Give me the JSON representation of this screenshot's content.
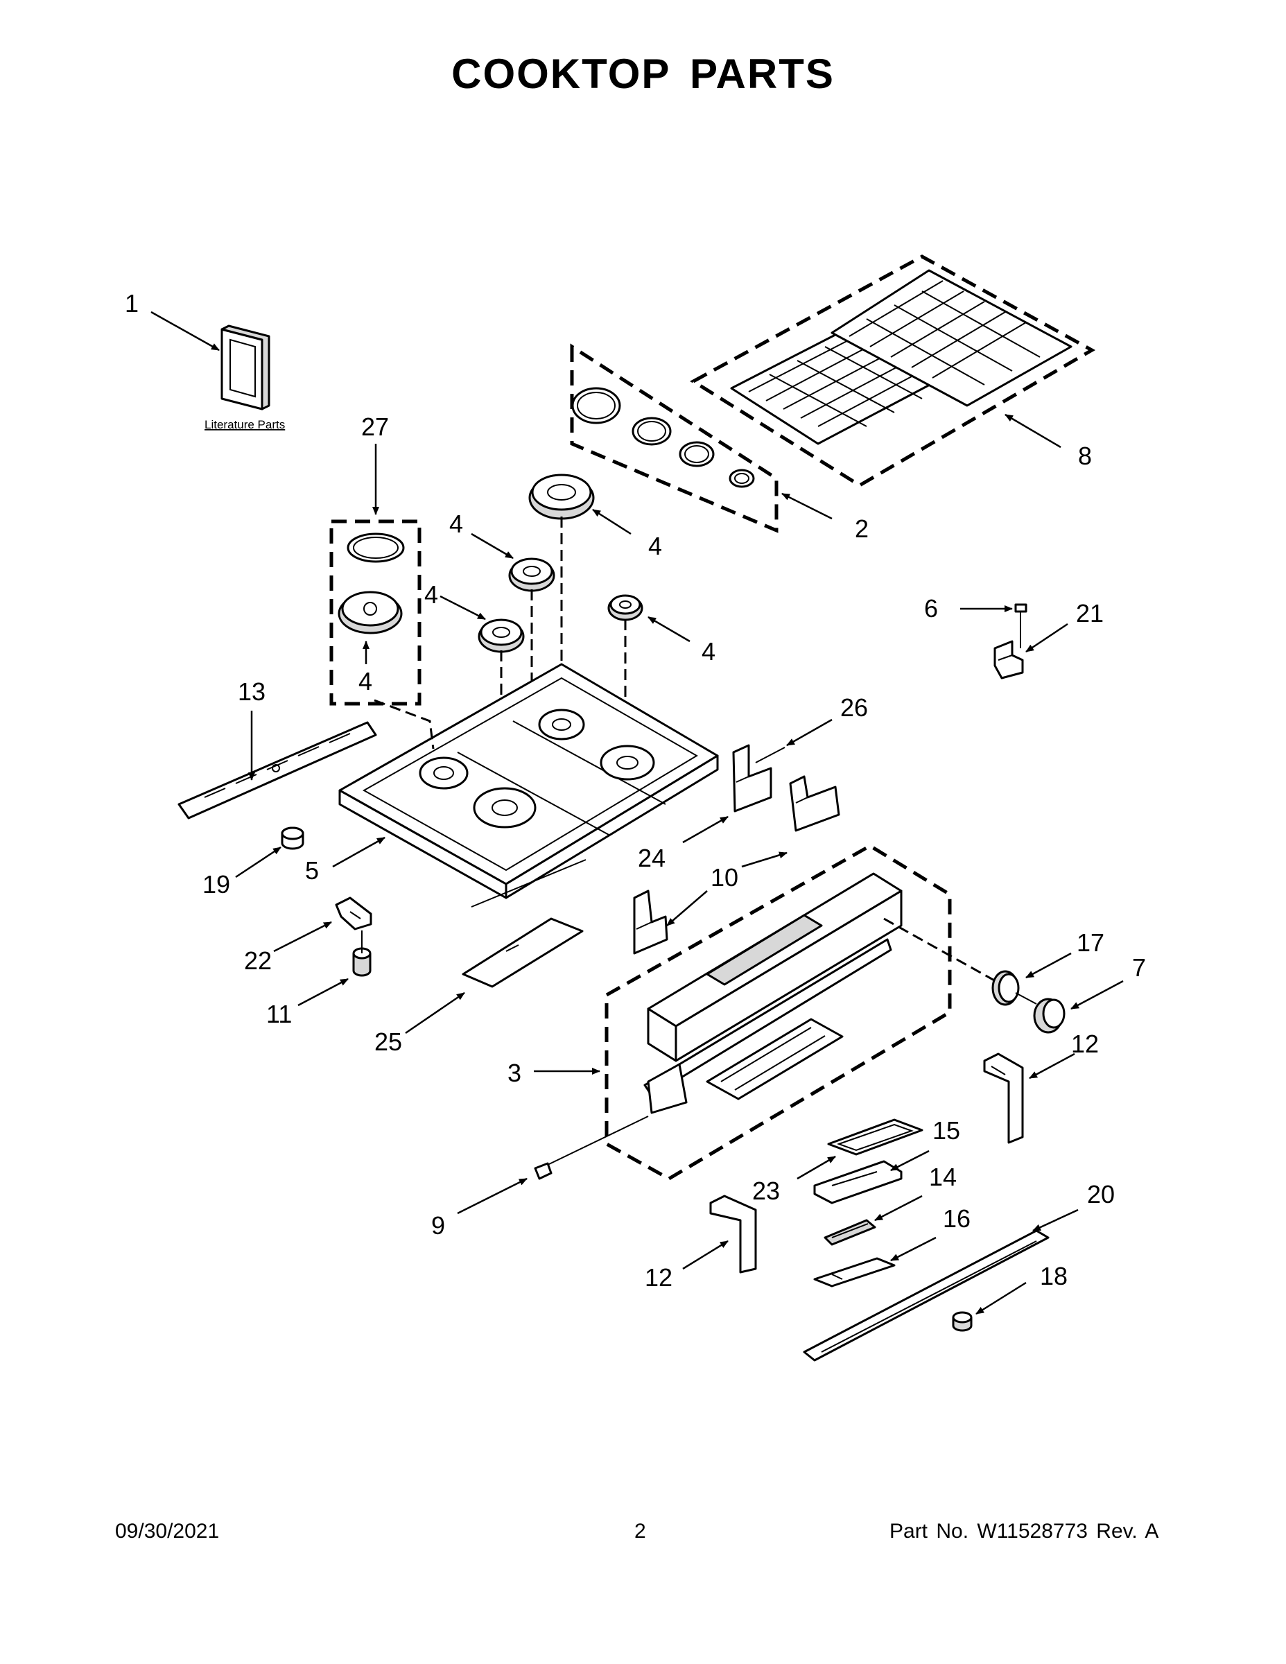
{
  "title": "COOKTOP PARTS",
  "footer": {
    "date": "09/30/2021",
    "page": "2",
    "part_no": "Part No.  W11528773  Rev.  A"
  },
  "literature_label": "Literature Parts",
  "callouts": {
    "c1": "1",
    "c2": "2",
    "c3": "3",
    "c4a": "4",
    "c4b": "4",
    "c4c": "4",
    "c4d": "4",
    "c4e": "4",
    "c5": "5",
    "c6": "6",
    "c7": "7",
    "c8": "8",
    "c9": "9",
    "c10": "10",
    "c11": "11",
    "c12a": "12",
    "c12b": "12",
    "c13": "13",
    "c14": "14",
    "c15": "15",
    "c16": "16",
    "c17": "17",
    "c18": "18",
    "c19": "19",
    "c20": "20",
    "c21": "21",
    "c22": "22",
    "c23": "23",
    "c24": "24",
    "c25": "25",
    "c26": "26",
    "c27": "27"
  }
}
